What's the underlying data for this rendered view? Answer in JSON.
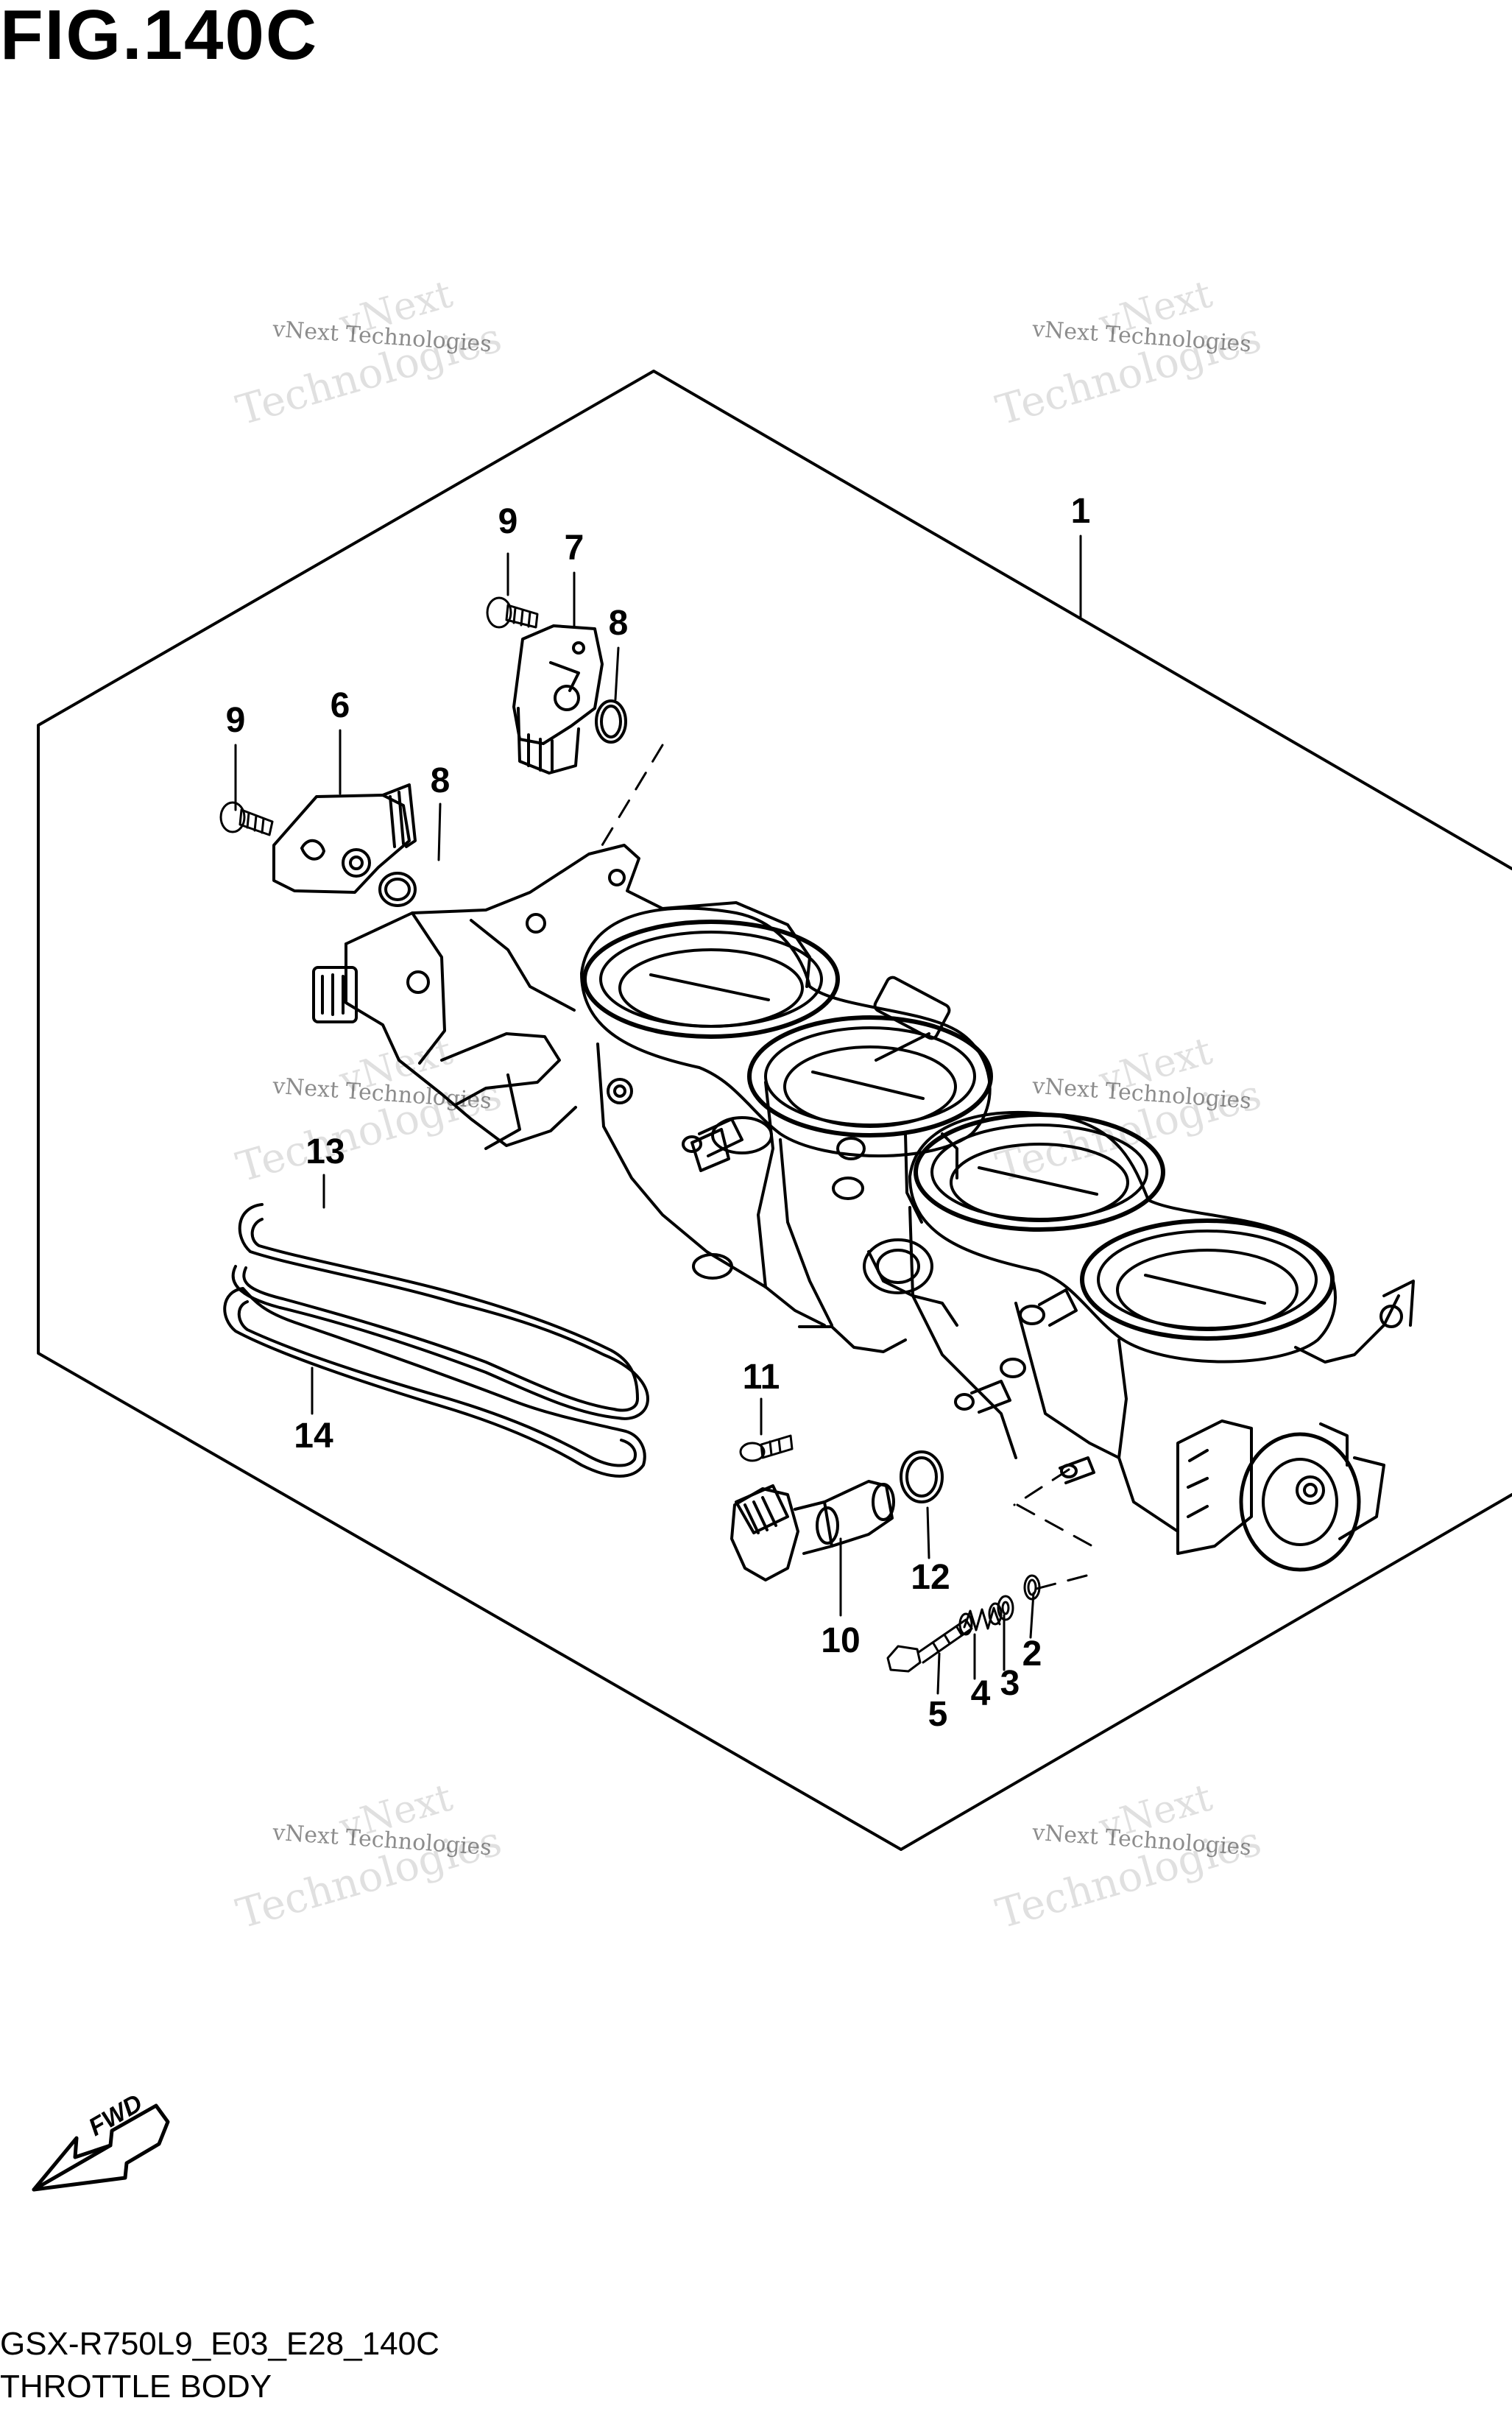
{
  "figure": {
    "title": "FIG.140C",
    "model_code": "GSX-R750L9_E03_E28_140C",
    "section_name": "THROTTLE BODY",
    "fwd_label": "FWD"
  },
  "watermark": {
    "small_text": "vNext Technologies",
    "big_line1": "vNext",
    "big_line2": "Technologies"
  },
  "callouts": [
    {
      "num": "1"
    },
    {
      "num": "9"
    },
    {
      "num": "7"
    },
    {
      "num": "8"
    },
    {
      "num": "9"
    },
    {
      "num": "6"
    },
    {
      "num": "8"
    },
    {
      "num": "13"
    },
    {
      "num": "14"
    },
    {
      "num": "11"
    },
    {
      "num": "12"
    },
    {
      "num": "10"
    },
    {
      "num": "2"
    },
    {
      "num": "3"
    },
    {
      "num": "4"
    },
    {
      "num": "5"
    }
  ]
}
